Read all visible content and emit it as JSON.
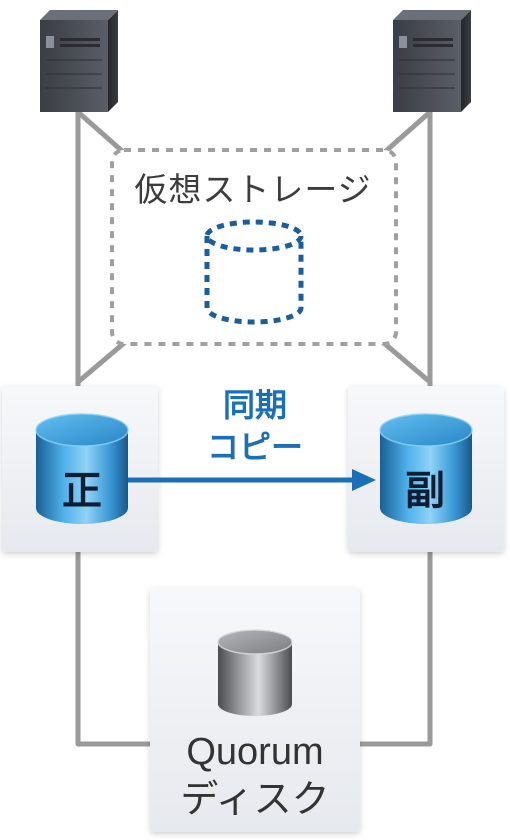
{
  "virtual_storage": {
    "label": "仮想ストレージ"
  },
  "sync": {
    "line1": "同期",
    "line2": "コピー"
  },
  "primary_disk": {
    "label": "正"
  },
  "secondary_disk": {
    "label": "副"
  },
  "quorum": {
    "line1": "Quorum",
    "line2": "ディスク"
  },
  "colors": {
    "sync_accent": "#1a6fb8",
    "disk_blue": "#2d8fcf",
    "connector_gray": "#9a9a9a",
    "virtual_border": "#a0a0a0",
    "virtual_disk": "#1b5e9e",
    "panel_bg": "#eef0f3"
  }
}
